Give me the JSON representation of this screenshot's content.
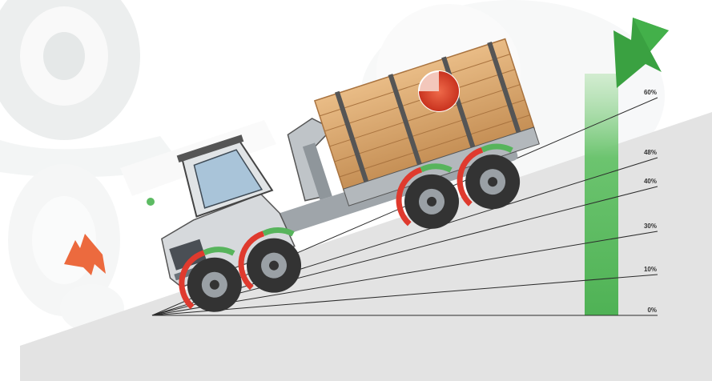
{
  "diagram": {
    "grades": [
      {
        "label": "0%",
        "value": 0
      },
      {
        "label": "10%",
        "value": 10
      },
      {
        "label": "30%",
        "value": 30
      },
      {
        "label": "40%",
        "value": 40
      },
      {
        "label": "48%",
        "value": 48
      },
      {
        "label": "60%",
        "value": 60
      }
    ],
    "colors": {
      "slope": "#e3e3e3",
      "bar": "#5dbb63",
      "bar_light": "#9fd79d",
      "arrow_up": "#3aa141",
      "arrow_down": "#ec6a3e",
      "wood": "#d9a369",
      "wood_dark": "#a9733f",
      "machine_body": "#d6d9dc",
      "cab_glass": "#a9c4d9",
      "tyre": "#333333",
      "stake": "#555555",
      "pie_red": "#d9452b",
      "pie_light": "#f3c7bb",
      "gauge_green": "#57b45c",
      "gauge_red": "#df3a2e"
    },
    "icons": [
      "up-arrow-icon",
      "down-arrow-icon",
      "load-pie-icon",
      "traction-gauge-icon"
    ]
  }
}
